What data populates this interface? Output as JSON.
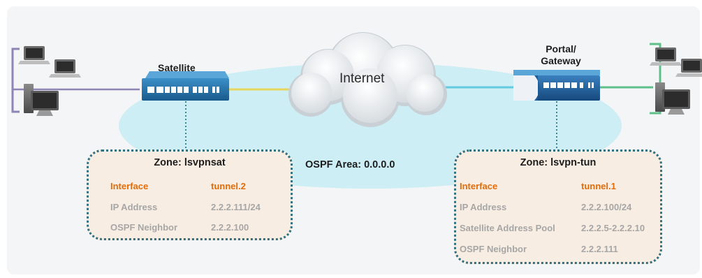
{
  "cloud": {
    "label": "Internet"
  },
  "ospf_area": {
    "label": "OSPF Area: 0.0.0.0"
  },
  "satellite": {
    "device_label": "Satellite",
    "zone": {
      "title": "Zone: lsvpnsat",
      "rows": [
        {
          "key": "Interface",
          "value": "tunnel.2"
        },
        {
          "key": "IP Address",
          "value": "2.2.2.111/24"
        },
        {
          "key": "OSPF Neighbor",
          "value": "2.2.2.100"
        }
      ]
    }
  },
  "gateway": {
    "device_label_line1": "Portal/",
    "device_label_line2": "Gateway",
    "zone": {
      "title": "Zone: lsvpn-tun",
      "rows": [
        {
          "key": "Interface",
          "value": "tunnel.1"
        },
        {
          "key": "IP Address",
          "value": "2.2.2.100/24"
        },
        {
          "key": "Satellite Address Pool",
          "value": "2.2.2.5-2.2.2.10"
        },
        {
          "key": "OSPF Neighbor",
          "value": "2.2.2.111"
        }
      ]
    }
  },
  "colors": {
    "ellipse": "#cdeef4",
    "zone_border": "#2f7181",
    "zone_fill": "#f8ede3",
    "highlight_text": "#e36c0a",
    "muted_text": "#a6a6a6",
    "link_left": "#8e84b5",
    "link_satellite": "#e8d65c",
    "link_gateway": "#62cbe0",
    "link_right": "#5fbf8a",
    "device_body": "#1f6fa6"
  }
}
